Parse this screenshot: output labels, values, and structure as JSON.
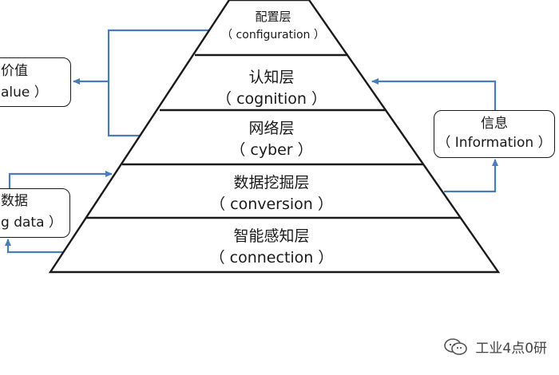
{
  "pyramid": {
    "layers": [
      {
        "cn": "配置层",
        "en": "（ configuration ）"
      },
      {
        "cn": "认知层",
        "en": "（ cognition ）"
      },
      {
        "cn": "网络层",
        "en": "（ cyber ）"
      },
      {
        "cn": "数据挖掘层",
        "en": "（ conversion ）"
      },
      {
        "cn": "智能感知层",
        "en": "（ connection ）"
      }
    ]
  },
  "side_boxes": {
    "value": {
      "line1": "价值",
      "line2": "alue ）"
    },
    "info": {
      "line1": "信息",
      "line2": "（ Information ）"
    },
    "bigdata": {
      "line1": "数据",
      "line2": "g data ）"
    }
  },
  "watermark": {
    "text": "工业4点0研",
    "icon": "wechat-icon"
  },
  "colors": {
    "arrow": "#4a7cb5",
    "outline": "#1a1a1a",
    "text": "#1a1a1a"
  }
}
